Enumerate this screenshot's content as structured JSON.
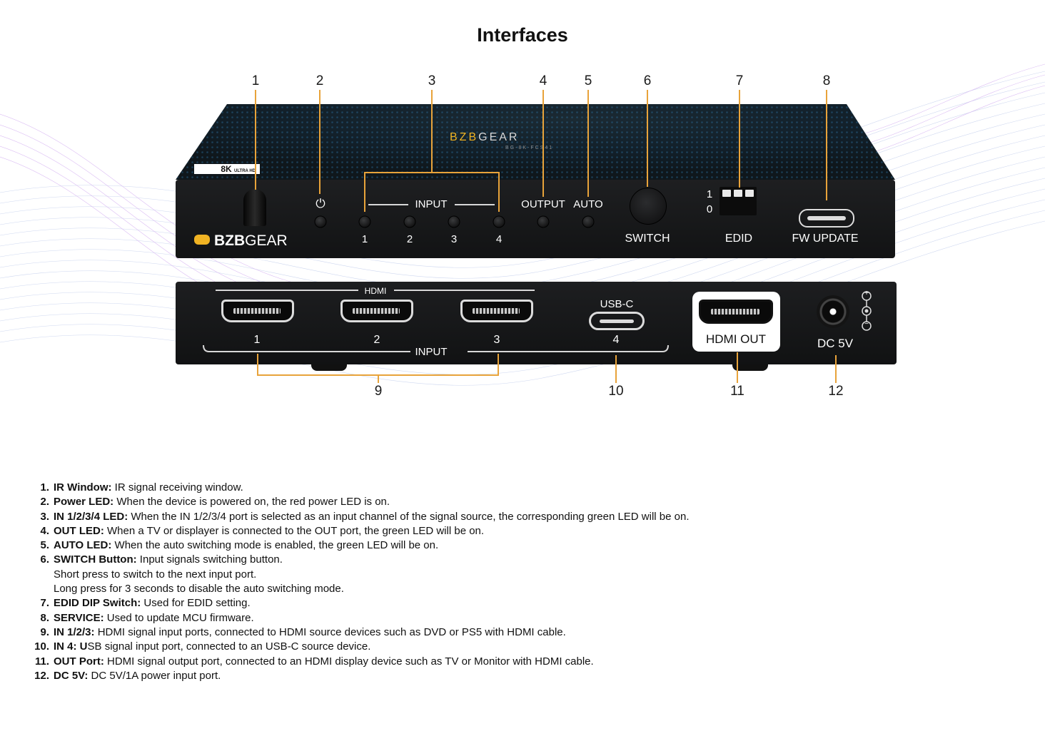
{
  "title": "Interfaces",
  "callouts": [
    "1",
    "2",
    "3",
    "4",
    "5",
    "6",
    "7",
    "8",
    "9",
    "10",
    "11",
    "12"
  ],
  "front_panel": {
    "badge": "8K",
    "badge_sub": "ULTRA HD",
    "top_logo_brand": "BZB",
    "top_logo_suffix": "GEAR",
    "top_model": "BG-8K-FCS41",
    "logo_brand": "BZB",
    "logo_suffix": "GEAR",
    "power_symbol": "⏻",
    "input_label": "INPUT",
    "input_numbers": [
      "1",
      "2",
      "3",
      "4"
    ],
    "output_label": "OUTPUT",
    "auto_label": "AUTO",
    "switch_label": "SWITCH",
    "dip_one": "1",
    "dip_zero": "0",
    "edid_label": "EDID",
    "fw_label": "FW UPDATE"
  },
  "back_panel": {
    "hdmi_label": "HDMI",
    "hdmi_numbers": [
      "1",
      "2",
      "3"
    ],
    "usbc_label": "USB-C",
    "usbc_number": "4",
    "input_label": "INPUT",
    "hdmi_out_label": "HDMI OUT",
    "dc_label": "DC 5V",
    "plus": "+",
    "minus": "−"
  },
  "colors": {
    "leader": "#e8a33a",
    "brand_yellow": "#f0b323",
    "panel": "#1a1b1d"
  },
  "items": [
    {
      "num": "1.",
      "term": "IR Window:",
      "desc": " IR signal receiving window."
    },
    {
      "num": "2.",
      "term": "Power LED:",
      "desc": " When the device is powered on, the red power LED is on."
    },
    {
      "num": "3.",
      "term": "IN 1/2/3/4 LED:",
      "desc": " When the IN 1/2/3/4 port is selected as an input channel of the signal source, the corresponding green LED will be on."
    },
    {
      "num": "4.",
      "term": "OUT LED:",
      "desc": " When a TV or displayer is connected to the OUT port, the green LED will be on."
    },
    {
      "num": "5.",
      "term": "AUTO LED:",
      "desc": " When the auto switching mode is enabled, the green LED will be on."
    },
    {
      "num": "6.",
      "term": "SWITCH Button:",
      "desc": " Input signals switching button."
    },
    {
      "num": "",
      "term": "",
      "desc": "Short press to switch to the next input port."
    },
    {
      "num": "",
      "term": "",
      "desc": "Long press for 3 seconds to disable the auto switching mode."
    },
    {
      "num": "7.",
      "term": "EDID DIP Switch:",
      "desc": " Used for EDID setting."
    },
    {
      "num": "8.",
      "term": "SERVICE:",
      "desc": " Used to update MCU firmware."
    },
    {
      "num": "9.",
      "term": "IN 1/2/3:",
      "desc": " HDMI signal input ports, connected to HDMI source devices such as DVD or PS5 with HDMI cable."
    },
    {
      "num": "10.",
      "term": "IN 4: U",
      "desc": "SB signal input port, connected to an USB-C source device."
    },
    {
      "num": "11.",
      "term": "OUT Port:",
      "desc": " HDMI signal output port, connected to an HDMI display device such as TV or Monitor with HDMI cable."
    },
    {
      "num": "12.",
      "term": "DC 5V:",
      "desc": " DC 5V/1A power input port."
    }
  ]
}
